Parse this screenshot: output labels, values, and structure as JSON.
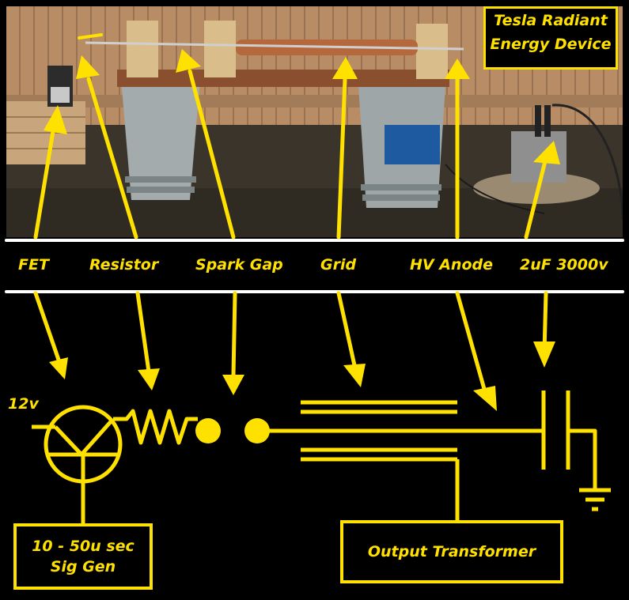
{
  "title": {
    "line1": "Tesla Radiant",
    "line2": "Energy Device"
  },
  "labels": {
    "fet": "FET",
    "resistor": "Resistor",
    "spark_gap": "Spark Gap",
    "grid": "Grid",
    "hv_anode": "HV Anode",
    "capacitor": "2uF 3000v"
  },
  "schematic": {
    "supply": "12v",
    "sig_gen_line1": "10 - 50u sec",
    "sig_gen_line2": "Sig Gen",
    "output_transformer": "Output Transformer"
  },
  "colors": {
    "accent": "#FFE100",
    "background": "#000000",
    "fence": "#B58A63",
    "ground": "#3A3328",
    "bucket": "#9EA6A7"
  }
}
